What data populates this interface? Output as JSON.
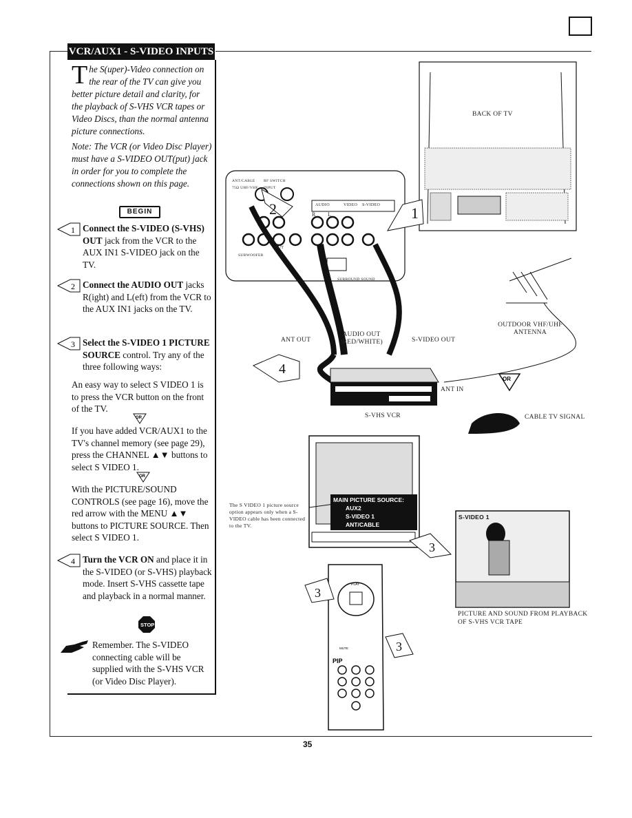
{
  "page": {
    "number": "35"
  },
  "section": {
    "title": "VCR/AUX1 - S-VIDEO INPUTS"
  },
  "intro": {
    "dropcap": "T",
    "text": "he S(uper)-Video connection on the rear of the TV can give you better picture detail and clarity, for the playback of S-VHS VCR tapes or Video Discs, than the normal antenna picture connections."
  },
  "note": "Note: The VCR (or Video Disc Player) must have a S-VIDEO OUT(put) jack in order for you to complete the connections shown on this page.",
  "begin_label": "BEGIN",
  "steps": [
    {
      "num": "1",
      "bold": "Connect the S-VIDEO (S-VHS) OUT",
      "text": " jack from the VCR to the AUX IN1 S-VIDEO jack on the TV."
    },
    {
      "num": "2",
      "bold": "Connect the AUDIO OUT",
      "text": " jacks R(ight) and L(eft) from the VCR to the AUX IN1 jacks on the TV."
    },
    {
      "num": "3",
      "bold": "Select the S-VIDEO 1 PICTURE SOURCE",
      "text": " control. Try any of the three following ways:"
    },
    {
      "num": "4",
      "bold": "Turn the VCR ON",
      "text": " and place it in the S-VIDEO (or S-VHS) playback mode. Insert S-VHS cassette tape and playback in a normal manner."
    }
  ],
  "ways": [
    "An easy way to select S VIDEO 1 is to press the VCR button on the front of the TV.",
    "If you have added VCR/AUX1 to the TV's channel memory (see page 29), press the CHANNEL ▲▼ buttons to select S VIDEO 1.",
    "With the PICTURE/SOUND CONTROLS (see page 16), move the red arrow with the MENU ▲▼ buttons to PICTURE SOURCE. Then select S VIDEO 1."
  ],
  "or_label": "OR",
  "stop_label": "STOP",
  "remember": "Remember. The S-VIDEO connecting cable will be supplied with the S-VHS VCR (or Video Disc Player).",
  "diagram": {
    "back_of_tv": "BACK OF TV",
    "ant_cable": "ANT/CABLE 75Ω UHF/VHF",
    "rf_switch": "RF SWITCH INPUT",
    "audio": "AUDIO",
    "video": "VIDEO",
    "svideo": "S-VIDEO",
    "r": "R",
    "l": "L",
    "out": "OUT",
    "subwoofer": "SUBWOOFER",
    "surround": "SURROUND SOUND",
    "ant_out": "ANT OUT",
    "audio_out": "AUDIO OUT (RED/WHITE)",
    "svideo_out": "S-VIDEO OUT",
    "outdoor_antenna": "OUTDOOR VHF/UHF ANTENNA",
    "ant_in": "ANT IN",
    "svhs_vcr": "S-VHS VCR",
    "cable_tv": "CABLE TV SIGNAL",
    "callout_1": "1",
    "callout_2": "2",
    "callout_3": "3",
    "callout_4": "4"
  },
  "osd": {
    "title": "MAIN PICTURE SOURCE:",
    "items": [
      "AUX2",
      "S-VIDEO 1",
      "ANT/CABLE"
    ]
  },
  "caption_svideo": "The S VIDEO 1 picture source option appears only when a S-VIDEO cable has been connected to the TV.",
  "inset_label": "S-VIDEO 1",
  "inset_caption": "PICTURE AND SOUND FROM PLAYBACK OF S-VHS VCR TAPE",
  "remote": {
    "play": "PLAY",
    "mute": "MUTE",
    "pip": "PIP"
  }
}
